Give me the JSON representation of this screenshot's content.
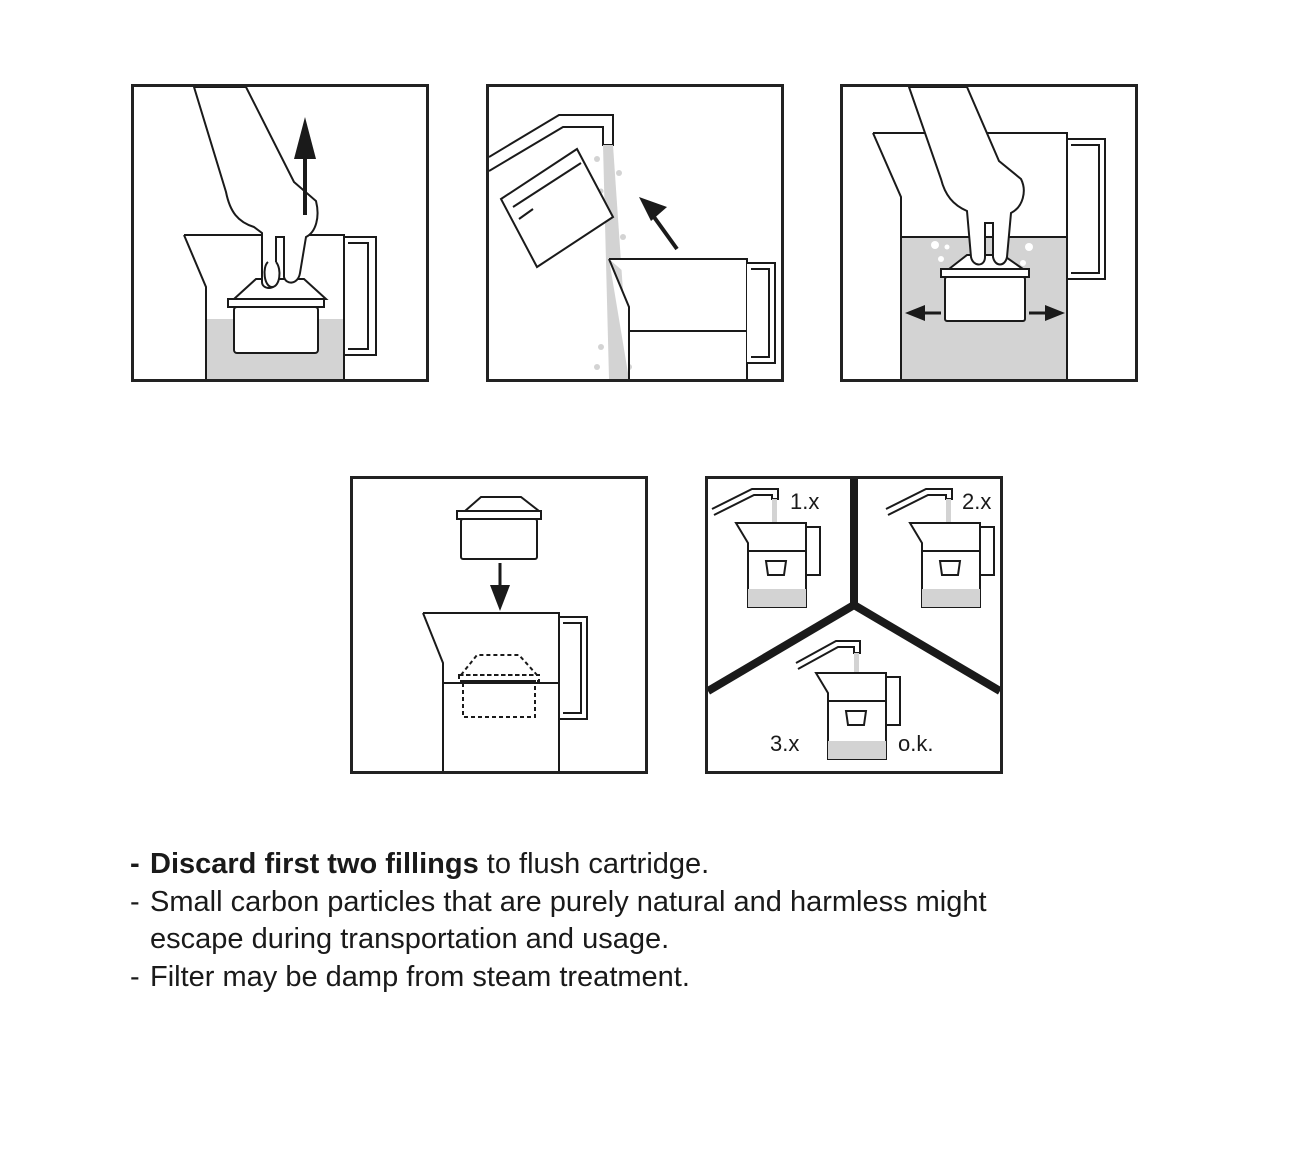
{
  "steps": {
    "step5": {
      "fill1_label": "1.x",
      "fill2_label": "2.x",
      "fill3_label": "3.x",
      "ok_label": "o.k."
    }
  },
  "notes": [
    {
      "dash": "-",
      "bold": "Discard first two fillings",
      "text": " to flush cartridge."
    },
    {
      "dash": "-",
      "text": "Small carbon particles that are purely natural and harmless might",
      "continuation": "escape during transportation and usage."
    },
    {
      "dash": "-",
      "text": "Filter may be damp from steam treatment."
    }
  ],
  "colors": {
    "water": "#d3d3d3",
    "line": "#1a1a1a"
  },
  "icons": [
    "hand-icon",
    "arrow-up-icon",
    "faucet-icon",
    "cartridge-icon",
    "pitcher-icon",
    "arrow-down-icon",
    "arrow-left-icon",
    "arrow-right-icon"
  ]
}
